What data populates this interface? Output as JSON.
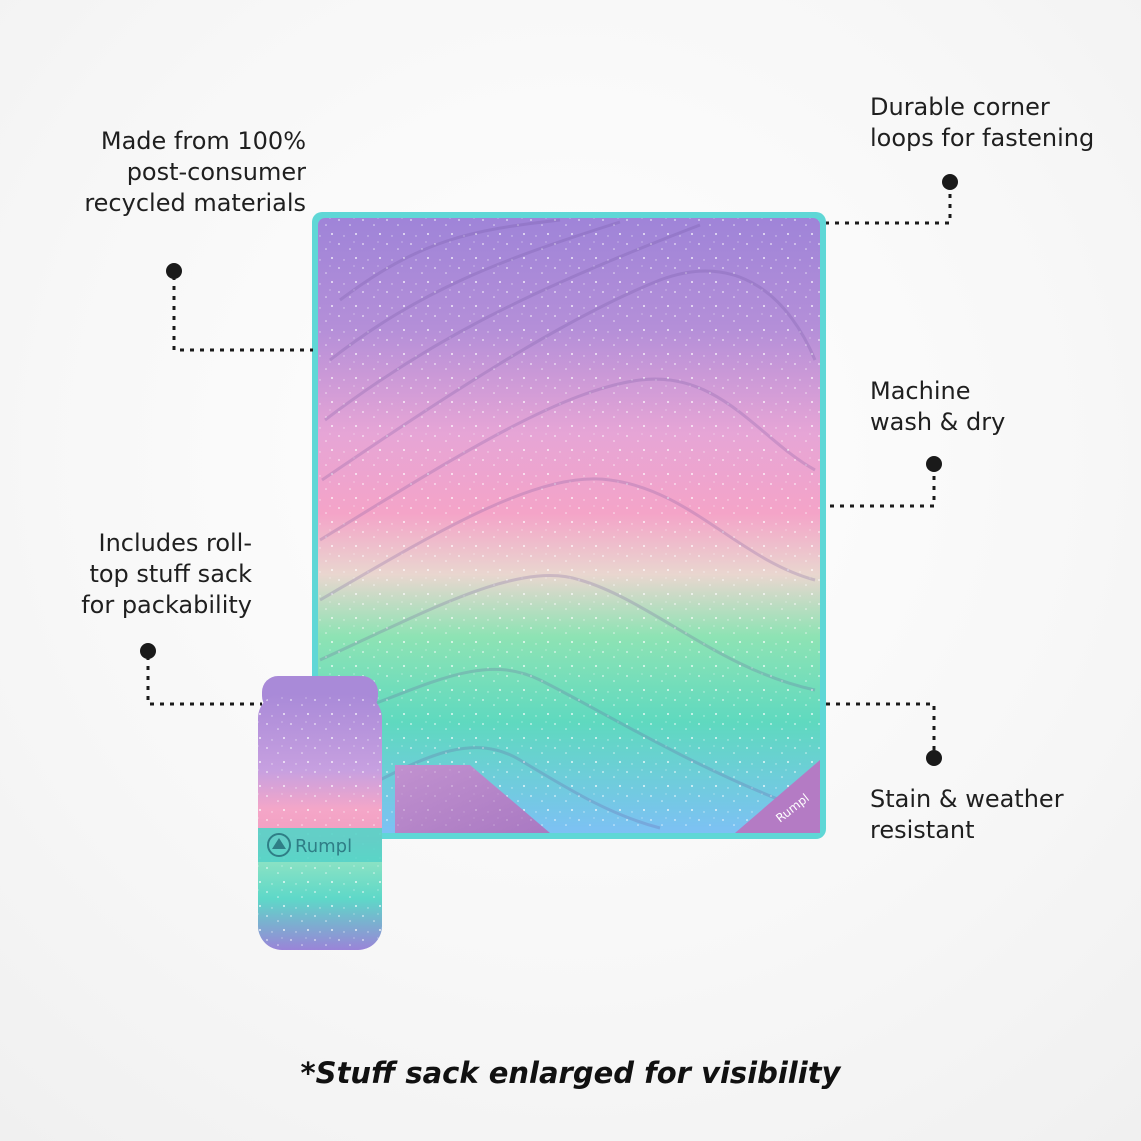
{
  "features": {
    "recycled": [
      "Made from 100%",
      "post-consumer",
      "recycled materials"
    ],
    "sack": [
      "Includes roll-",
      "top stuff sack",
      "for packability"
    ],
    "loops": [
      "Durable corner",
      "loops for fastening"
    ],
    "wash": [
      "Machine",
      "wash & dry"
    ],
    "stain": [
      "Stain & weather",
      "resistant"
    ]
  },
  "footnote": "*Stuff sack enlarged for visibility",
  "brand": {
    "sack_logo": "Rumpl",
    "blanket_logo": "Rumpl"
  },
  "colors": {
    "lavender": "#a98ad8",
    "pink": "#f3a6cf",
    "mint": "#7fe0b8",
    "teal": "#5ed8c8",
    "sky": "#7fc0f0",
    "trim": "#5fd7d6",
    "corner": "#b67cc6",
    "leader": "#1a1a1a"
  }
}
